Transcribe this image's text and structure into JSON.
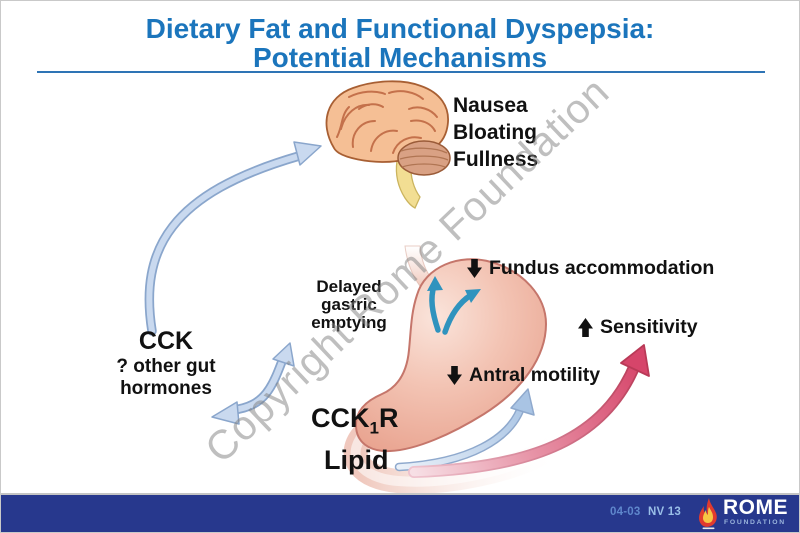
{
  "slide": {
    "title_line1": "Dietary Fat and Functional Dyspepsia:",
    "title_line2": "Potential Mechanisms",
    "title_color": "#1B75BC",
    "rule_color": "#2E74B5"
  },
  "watermark": {
    "text": "Copyright Rome Foundation",
    "color": "#808080"
  },
  "diagram": {
    "symptoms": {
      "line1": "Nausea",
      "line2": "Bloating",
      "line3": "Fullness"
    },
    "delayed": {
      "line1": "Delayed",
      "line2": "gastric",
      "line3": "emptying"
    },
    "fundus_label": "Fundus accommodation",
    "sensitivity_label": "Sensitivity",
    "antral_label": "Antral motility",
    "cck": "CCK",
    "gut_line1": "? other gut",
    "gut_line2": "hormones",
    "receptor": {
      "base": "CCK",
      "sub": "1",
      "suffix": "R"
    },
    "lipid": "Lipid",
    "icons": {
      "fundus_arrow": "down-arrow",
      "antral_arrow": "down-arrow",
      "sensitivity_arrow": "up-arrow",
      "organs": [
        "brain",
        "stomach"
      ]
    },
    "colors": {
      "blue_arrow_fill": "#C9D9EF",
      "blue_arrow_outline": "#8AA6CC",
      "teal_arrow": "#2F93BE",
      "red_arrow": "#D6456A",
      "stomach": "#EDA995",
      "brain": "#F5BF95"
    }
  },
  "footer": {
    "slide_code": "04-03",
    "nav_code": "NV 13",
    "bar_color": "#27388D",
    "logo_title": "ROME",
    "logo_subtitle": "FOUNDATION"
  }
}
